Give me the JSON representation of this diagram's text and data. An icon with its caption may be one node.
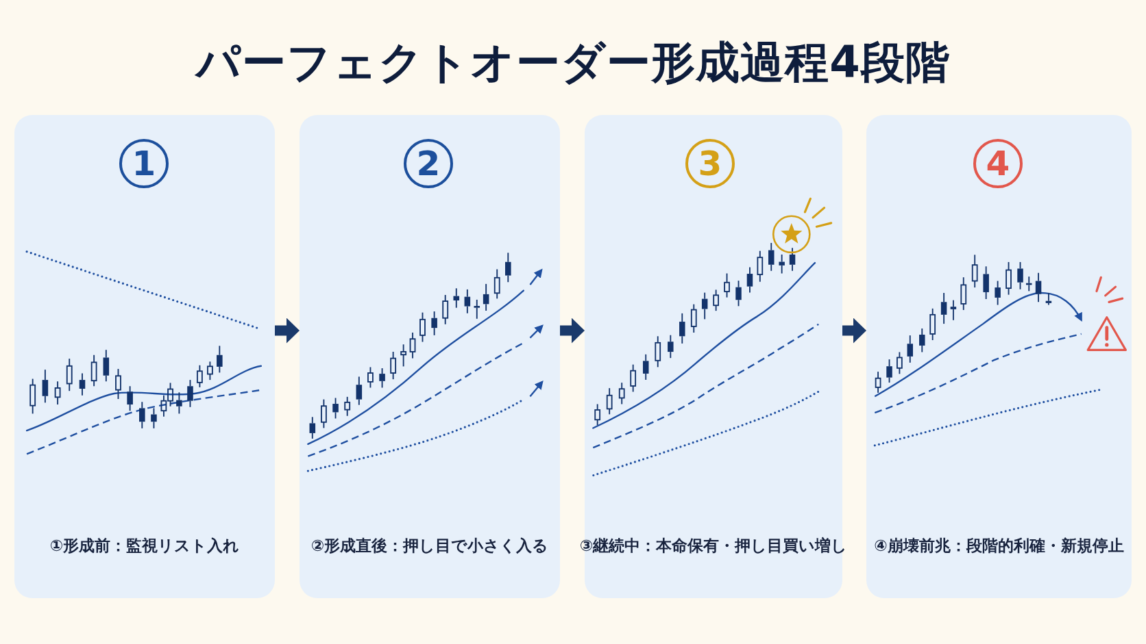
{
  "diagram": {
    "title": "パーフェクトオーダー形成過程4段階",
    "nodes": [
      {
        "text": [
          "①形成前：監視リスト入れ"
        ]
      },
      {
        "text": [
          "1"
        ],
        "in": 0
      },
      {
        "text": [
          "②形成直後：押し目で小さく入る"
        ]
      },
      {
        "text": [
          "2"
        ],
        "in": 2
      },
      {
        "text": [
          "③継続中：本命保有・押し目買い増し"
        ]
      },
      {
        "text": [
          "3"
        ],
        "in": 4
      },
      {
        "text": [
          "④崩壊前兆：段階的利確・新規停止"
        ]
      },
      {
        "text": [
          "4"
        ],
        "in": 6
      }
    ],
    "edges": [
      {
        "from": 0,
        "to": 2,
        "arrow": "to"
      },
      {
        "from": 2,
        "to": 4,
        "arrow": "to"
      },
      {
        "from": 4,
        "to": 6,
        "arrow": "to"
      }
    ]
  }
}
